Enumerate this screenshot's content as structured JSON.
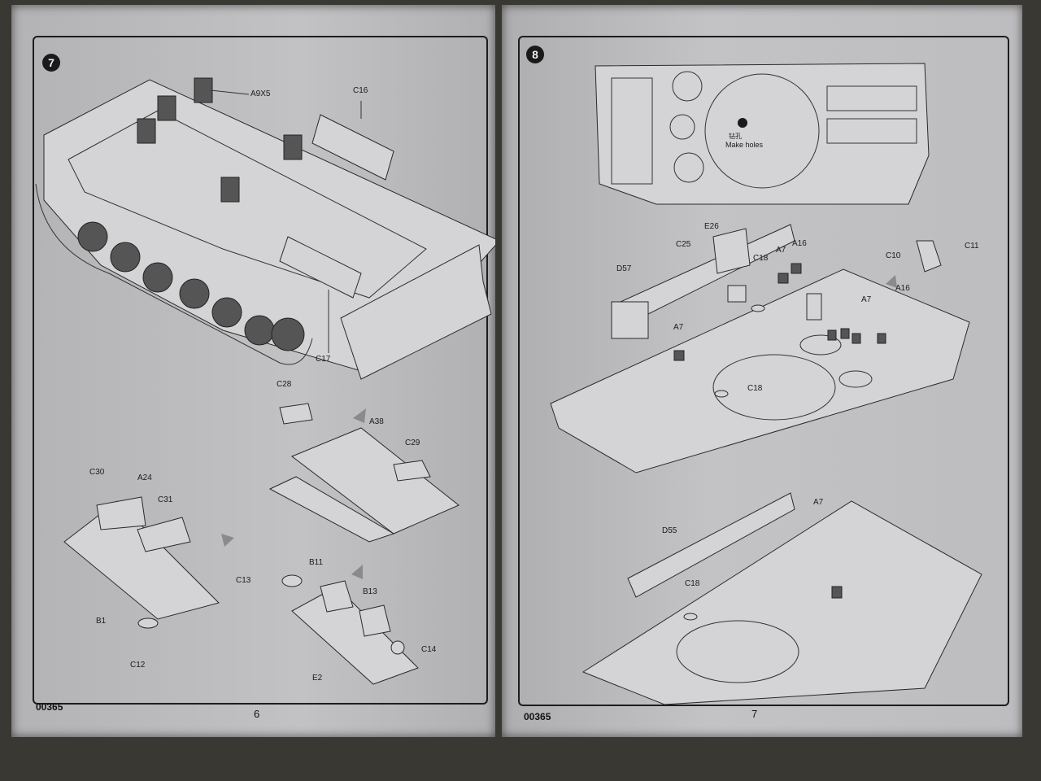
{
  "left_page": {
    "step_number": "7",
    "labels": {
      "a9x5": "A9X5",
      "c16": "C16",
      "c17": "C17",
      "c28": "C28",
      "a38": "A38",
      "c29": "C29",
      "c30": "C30",
      "a24": "A24",
      "c31": "C31",
      "b1": "B1",
      "c12": "C12",
      "c13": "C13",
      "b11": "B11",
      "b13": "B13",
      "c14": "C14",
      "e2": "E2"
    },
    "footer_code": "00365",
    "page_number": "6"
  },
  "right_page": {
    "step_number": "8",
    "callout_chinese": "钻孔",
    "callout_text": "Make holes",
    "labels": {
      "e26": "E26",
      "c25": "C25",
      "a7_top": "A7",
      "a16_top": "A16",
      "c18_top": "C18",
      "d57": "D57",
      "a7_mid": "A7",
      "c10": "C10",
      "c11": "C11",
      "a16_right": "A16",
      "a7_cluster": "A7",
      "c18_mid": "C18",
      "a7_lower": "A7",
      "d55": "D55",
      "c18_lower": "C18"
    },
    "footer_code": "00365",
    "page_number": "7"
  }
}
